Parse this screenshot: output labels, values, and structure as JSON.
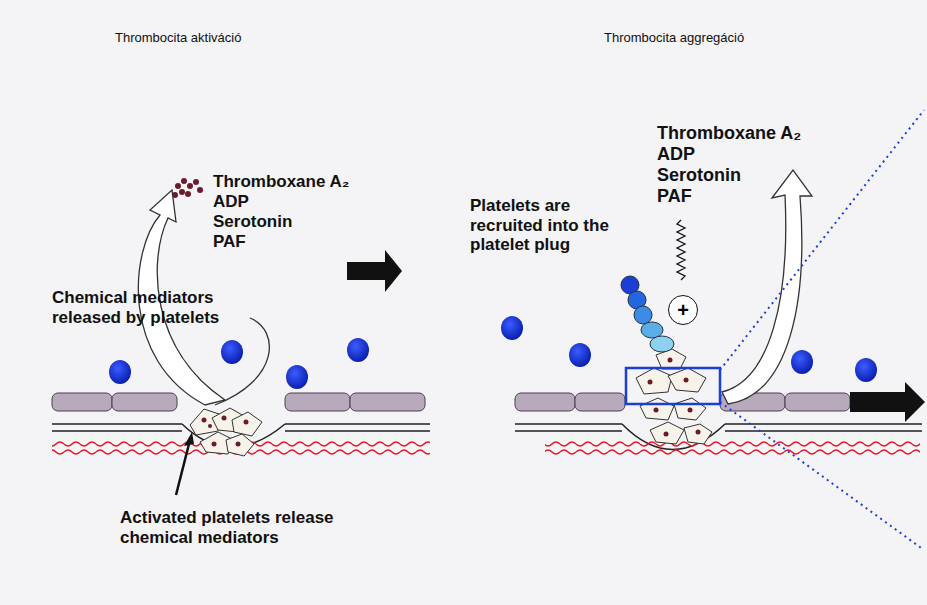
{
  "diagram": {
    "nodes": [
      {
        "text": [
          "+"
        ]
      }
    ],
    "labels": [
      "Thrombocita aktiváció",
      "Thrombocita aggregáció",
      "Thromboxane A₂",
      "ADP",
      "Serotonin",
      "PAF",
      "Chemical mediators released by platelets",
      "Activated platelets release chemical mediators",
      "Platelets are recruited into the platelet plug",
      "Thromboxane A₂",
      "ADP",
      "Serotonin",
      "PAF"
    ]
  }
}
